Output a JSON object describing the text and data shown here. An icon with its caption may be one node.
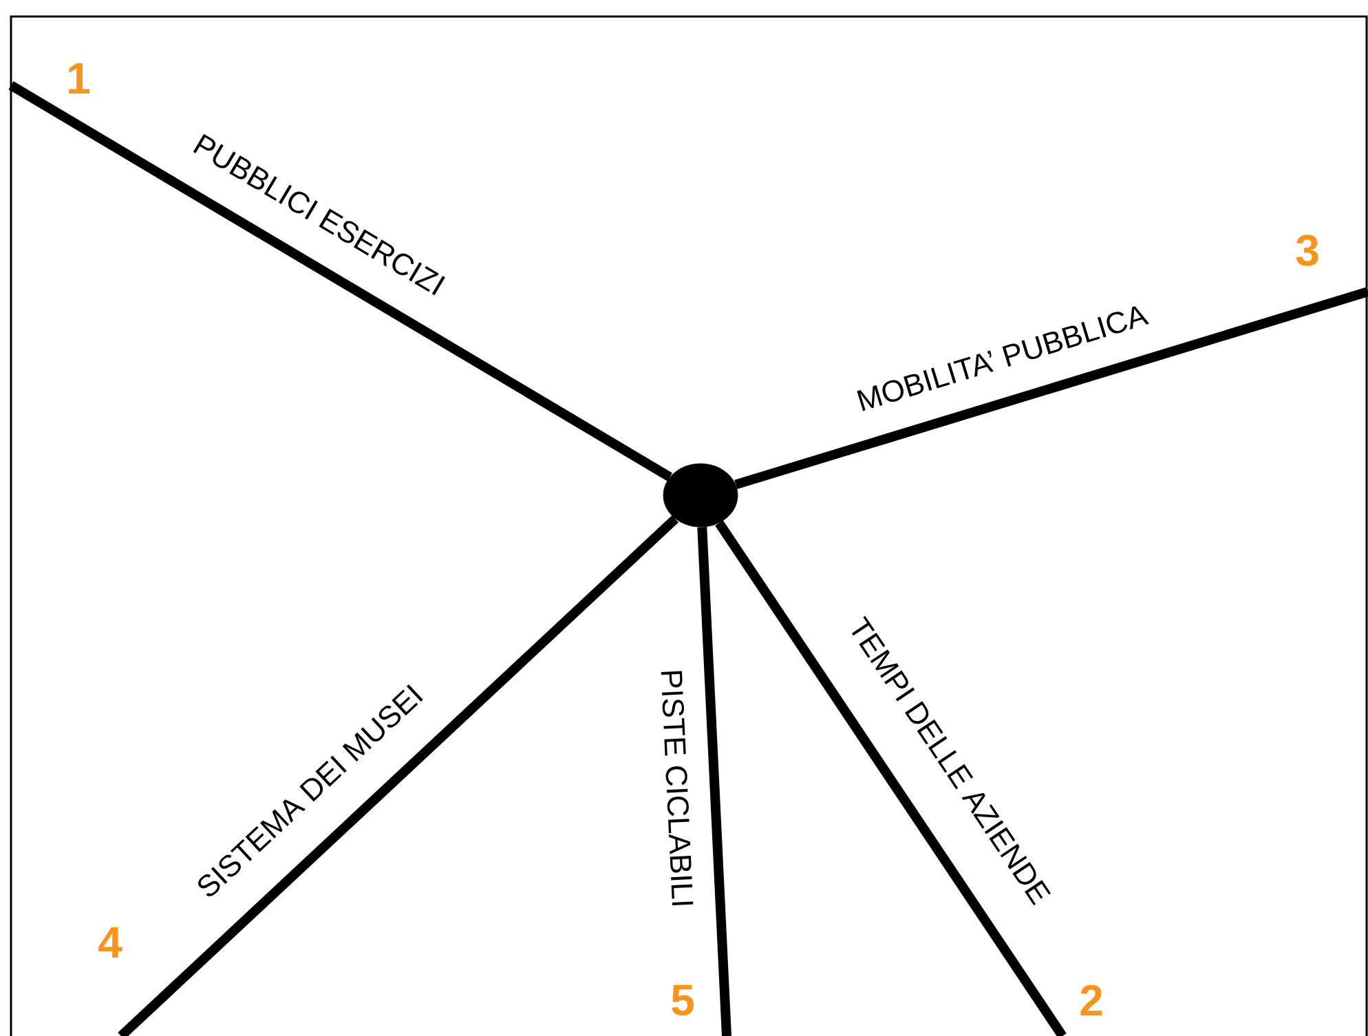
{
  "diagram": {
    "nodes": [
      {
        "text": [],
        "shape": "circle"
      },
      {
        "text": [
          "1"
        ]
      },
      {
        "text": [
          "3"
        ]
      },
      {
        "text": [
          "4"
        ]
      },
      {
        "text": [
          "5"
        ]
      },
      {
        "text": [
          "2"
        ]
      }
    ],
    "edges": [
      {
        "from": 0,
        "to": 1,
        "arrow": "none",
        "label": "PUBBLICI ESERCIZI"
      },
      {
        "from": 0,
        "to": 2,
        "arrow": "none",
        "label": "MOBILITA’ PUBBLICA"
      },
      {
        "from": 0,
        "to": 3,
        "arrow": "none",
        "label": "SISTEMA DEI MUSEI"
      },
      {
        "from": 0,
        "to": 4,
        "arrow": "none",
        "label": "PISTE CICLABILI"
      },
      {
        "from": 0,
        "to": 5,
        "arrow": "none",
        "label": "TEMPI DELLE AZIENDE"
      }
    ]
  }
}
